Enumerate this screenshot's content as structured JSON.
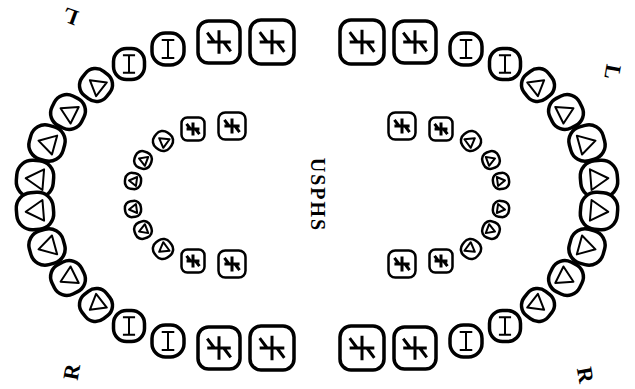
{
  "diagram": {
    "labels": [
      "L",
      "L",
      "USPHS",
      "R",
      "R"
    ]
  }
}
